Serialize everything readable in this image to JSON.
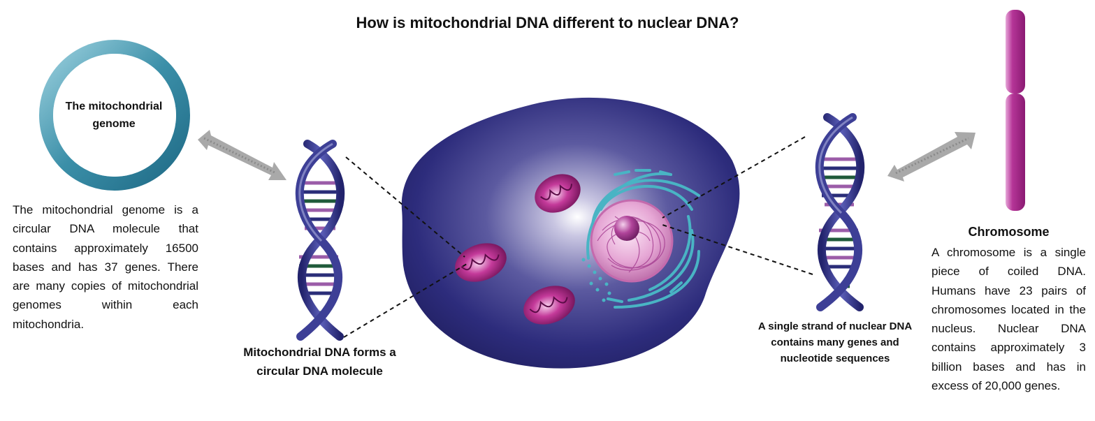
{
  "title": "How is mitochondrial DNA different to nuclear DNA?",
  "mito_genome": {
    "circle_label": "The mitochondrial genome",
    "description": "The mitochondrial genome is a circular DNA molecule that contains approximately 16500 bases and has 37 genes. There are many copies of mitochondrial genomes within each mitochondria."
  },
  "mito_dna_caption": "Mitochondrial DNA forms a circular DNA molecule",
  "nuclear_dna_caption": "A single strand of nuclear DNA contains many genes and nucleotide sequences",
  "chromosome": {
    "title": "Chromosome",
    "description": "A chromosome is a single piece of coiled DNA. Humans have 23 pairs of chromosomes located in the nucleus. Nuclear DNA contains approximately 3 billion bases and has in excess of 20,000 genes."
  },
  "colors": {
    "cell": "#2a2a78",
    "mitochondria": "#a0187a",
    "chromosome": "#a8208c",
    "genome_ring": "#3b8fa8",
    "er": "#49b4c4",
    "arrow": "#9a9a9a"
  },
  "icons": [
    "dna-helix-icon",
    "cell-icon",
    "mitochondrion-icon",
    "nucleus-icon",
    "chromosome-icon",
    "arrow-icon"
  ]
}
